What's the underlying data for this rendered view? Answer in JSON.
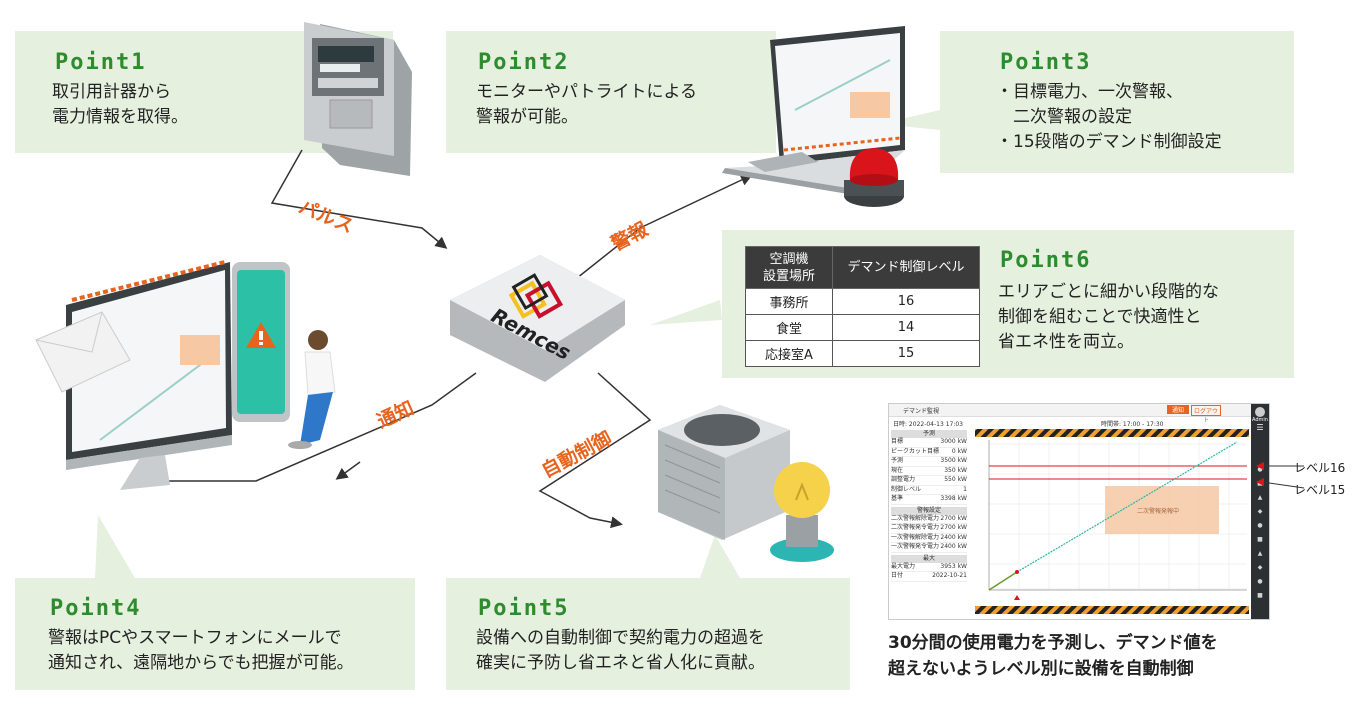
{
  "points": [
    {
      "title": "Point1",
      "lines": [
        "取引用計器から",
        "電力情報を取得。"
      ]
    },
    {
      "title": "Point2",
      "lines": [
        "モニターやパトライトによる",
        "警報が可能。"
      ]
    },
    {
      "title": "Point3",
      "lines": [
        "・目標電力、一次警報、",
        "　二次警報の設定",
        "・15段階のデマンド制御設定"
      ]
    },
    {
      "title": "Point4",
      "lines": [
        "警報はPCやスマートフォンにメールで",
        "通知され、遠隔地からでも把握が可能。"
      ]
    },
    {
      "title": "Point5",
      "lines": [
        "設備への自動制御で契約電力の超過を",
        "確実に予防し省エネと省人化に貢献。"
      ]
    },
    {
      "title": "Point6",
      "lines": [
        "エリアごとに細かい段階的な",
        "制御を組むことで快適性と",
        "省エネ性を両立。"
      ]
    }
  ],
  "flow_labels": {
    "pulse": "パルス",
    "alarm": "警報",
    "notify": "通知",
    "auto": "自動制御"
  },
  "hub_logo": "Remces",
  "table": {
    "headers": [
      "空調機\n設置場所",
      "デマンド制御レベル"
    ],
    "header_lines": [
      "空調機",
      "設置場所"
    ],
    "rows": [
      [
        "事務所",
        "16"
      ],
      [
        "食堂",
        "14"
      ],
      [
        "応接室A",
        "15"
      ]
    ]
  },
  "screen": {
    "app_title": "デマンド監視",
    "datetime": "日時: 2022-04-13 17:03",
    "period": "時間帯: 17:00 - 17:30",
    "btn1": "通知",
    "btn2": "ログアウト",
    "user": "Admin",
    "section1": "予測",
    "rows1": [
      [
        "目標",
        "3000",
        "kW"
      ],
      [
        "ピークカット目標",
        "0",
        "kW"
      ],
      [
        "予測",
        "3500",
        "kW"
      ],
      [
        "現在",
        "350",
        "kW"
      ],
      [
        "調整電力",
        "550",
        "kW"
      ],
      [
        "制御レベル",
        "1",
        ""
      ],
      [
        "基準",
        "3398",
        "kW"
      ]
    ],
    "section2": "警報設定",
    "rows2": [
      [
        "二次警報解除電力",
        "2700",
        "kW"
      ],
      [
        "二次警報発令電力",
        "2700",
        "kW"
      ],
      [
        "一次警報解除電力",
        "2400",
        "kW"
      ],
      [
        "一次警報発令電力",
        "2400",
        "kW"
      ]
    ],
    "section3": "最大",
    "rows3": [
      [
        "最大電力",
        "3953",
        "kW"
      ],
      [
        "日付",
        "2022-10-21",
        ""
      ]
    ],
    "alarm_box_label": "二次警報発報中",
    "level16": "レベル16",
    "level15": "レベル15",
    "accent": "#e8641e"
  },
  "caption": [
    "30分間の使用電力を予測し、デマンド値を",
    "超えないようレベル別に設備を自動制御"
  ],
  "colors": {
    "card": "#e6f0df",
    "title": "#2e8b2e",
    "flow": "#e8641e",
    "line": "#333333"
  }
}
